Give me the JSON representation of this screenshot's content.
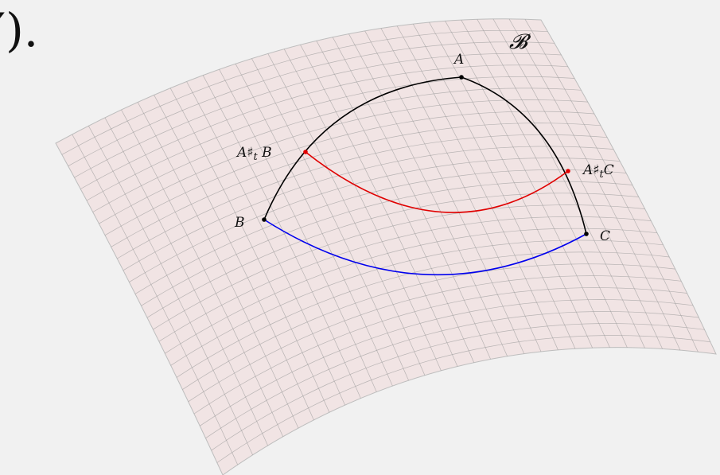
{
  "top_fragment": "′).",
  "surface": {
    "name": "𝓑",
    "fill_color": "#f1e4e4",
    "grid_color": "#9a9a9a"
  },
  "points": {
    "A": {
      "label": "A",
      "color": "#000000"
    },
    "B": {
      "label": "B",
      "color": "#000000"
    },
    "C": {
      "label": "C",
      "color": "#000000"
    },
    "AB": {
      "label": "A♯",
      "sub": "t",
      "rest": " B",
      "color": "#e00000"
    },
    "AC": {
      "label": "A♯",
      "sub": "t",
      "rest": "C",
      "color": "#e00000"
    }
  },
  "curves": {
    "geodesic_color": "#000000",
    "interpolated_color": "#e00000",
    "base_color": "#0000ee"
  }
}
